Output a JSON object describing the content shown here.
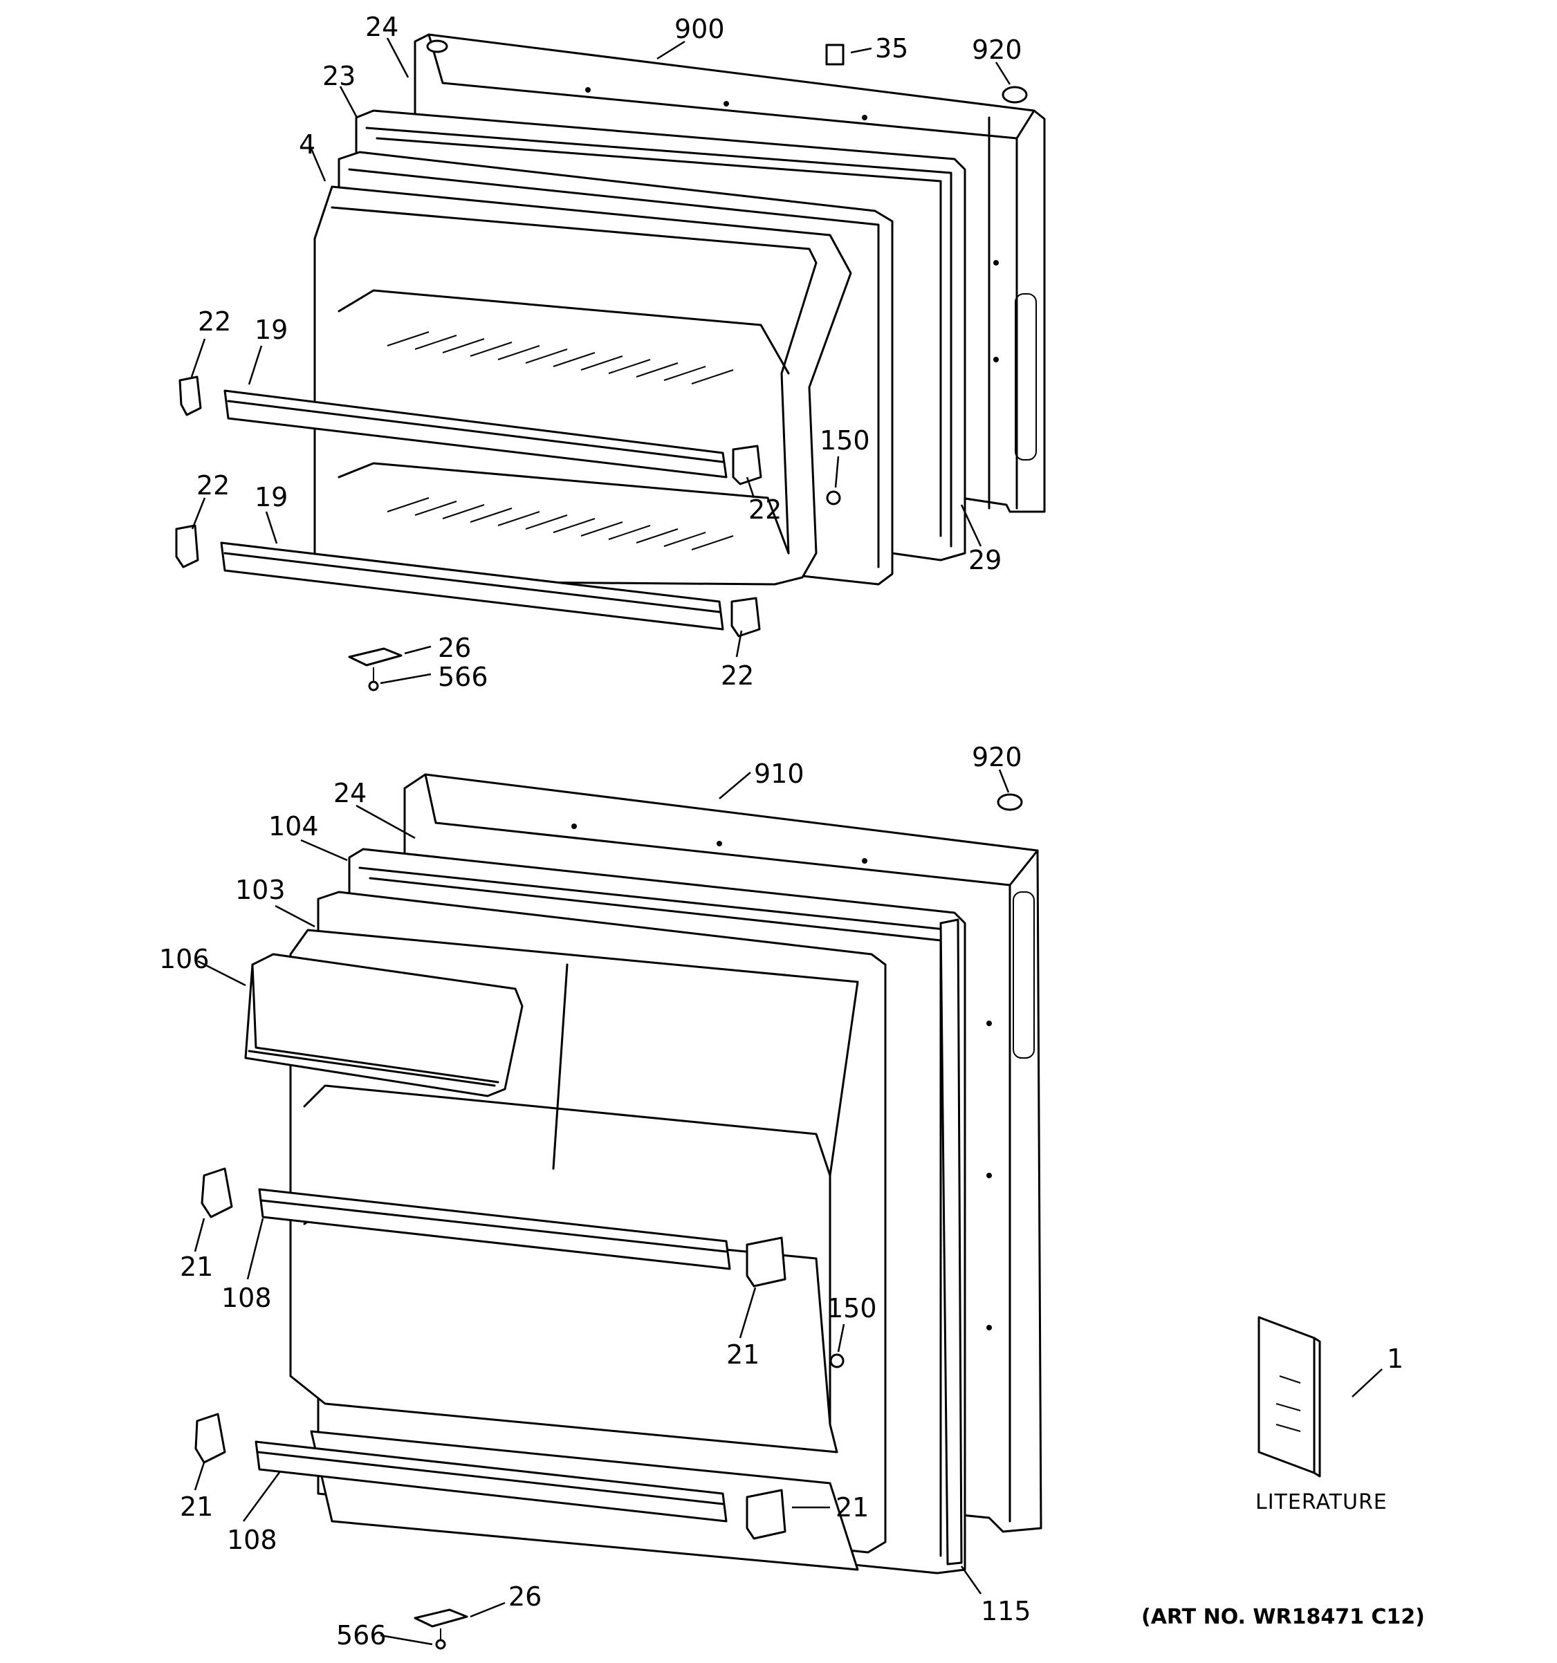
{
  "diagram": {
    "upper_assembly": {
      "callouts": [
        {
          "id": "c-900",
          "text": "900"
        },
        {
          "id": "c-35",
          "text": "35"
        },
        {
          "id": "c-920",
          "text": "920"
        },
        {
          "id": "c-24",
          "text": "24"
        },
        {
          "id": "c-23",
          "text": "23"
        },
        {
          "id": "c-4",
          "text": "4"
        },
        {
          "id": "c-22a",
          "text": "22"
        },
        {
          "id": "c-19a",
          "text": "19"
        },
        {
          "id": "c-150",
          "text": "150"
        },
        {
          "id": "c-22b",
          "text": "22"
        },
        {
          "id": "c-22c",
          "text": "22"
        },
        {
          "id": "c-19b",
          "text": "19"
        },
        {
          "id": "c-29",
          "text": "29"
        },
        {
          "id": "c-26",
          "text": "26"
        },
        {
          "id": "c-566",
          "text": "566"
        },
        {
          "id": "c-22d",
          "text": "22"
        }
      ]
    },
    "lower_assembly": {
      "callouts": [
        {
          "id": "d-910",
          "text": "910"
        },
        {
          "id": "d-920",
          "text": "920"
        },
        {
          "id": "d-24",
          "text": "24"
        },
        {
          "id": "d-104",
          "text": "104"
        },
        {
          "id": "d-103",
          "text": "103"
        },
        {
          "id": "d-106",
          "text": "106"
        },
        {
          "id": "d-21a",
          "text": "21"
        },
        {
          "id": "d-108a",
          "text": "108"
        },
        {
          "id": "d-150",
          "text": "150"
        },
        {
          "id": "d-21b",
          "text": "21"
        },
        {
          "id": "d-21c",
          "text": "21"
        },
        {
          "id": "d-108b",
          "text": "108"
        },
        {
          "id": "d-21d",
          "text": "21"
        },
        {
          "id": "d-115",
          "text": "115"
        },
        {
          "id": "d-26",
          "text": "26"
        },
        {
          "id": "d-566",
          "text": "566"
        },
        {
          "id": "d-1",
          "text": "1"
        }
      ]
    },
    "literature_label": "LITERATURE",
    "art_number": "(ART NO. WR18471 C12)"
  }
}
